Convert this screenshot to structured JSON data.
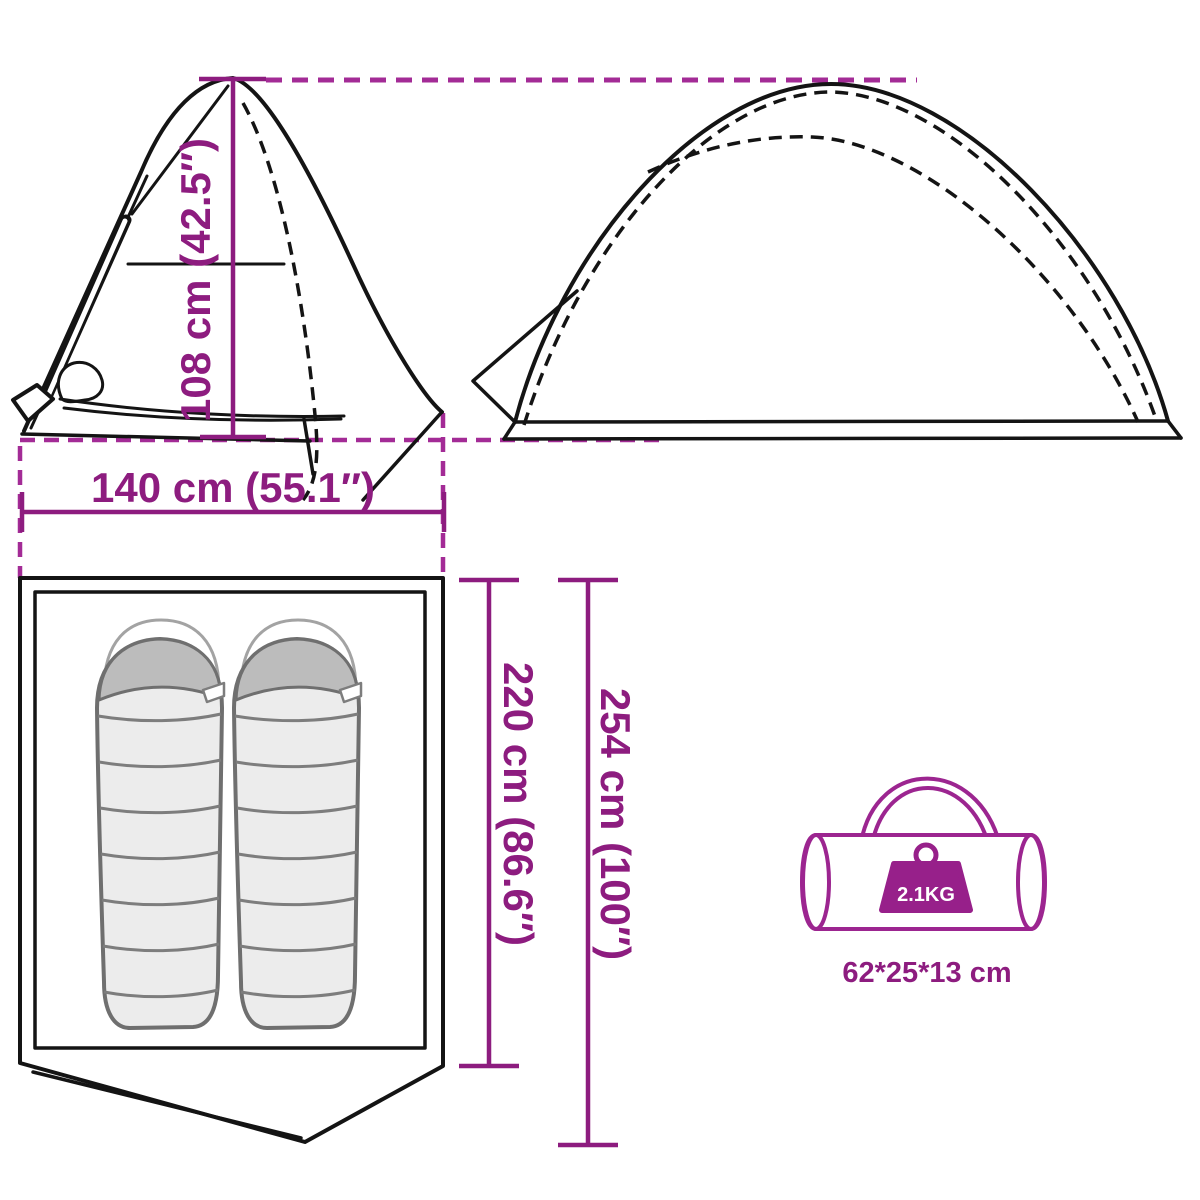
{
  "side_view": {
    "height_label": "108 cm (42.5″)",
    "width_label": "140 cm (55.1″)"
  },
  "floor_plan": {
    "inner_length_label": "220 cm (86.6″)",
    "outer_length_label": "254 cm (100″)"
  },
  "package": {
    "weight_label": "2.1KG",
    "size_label": "62*25*13 cm"
  },
  "colors": {
    "dimension": "#8d1c7f",
    "dash": "#a32b96",
    "line": "#141414",
    "bag_outline": "#9c2590",
    "badge": "#97208a",
    "gray_outline": "#6f6f6f",
    "gray_band": "#7d7d7d",
    "bag_fill": "#ececec",
    "hood_fill": "#bcbcbc"
  }
}
